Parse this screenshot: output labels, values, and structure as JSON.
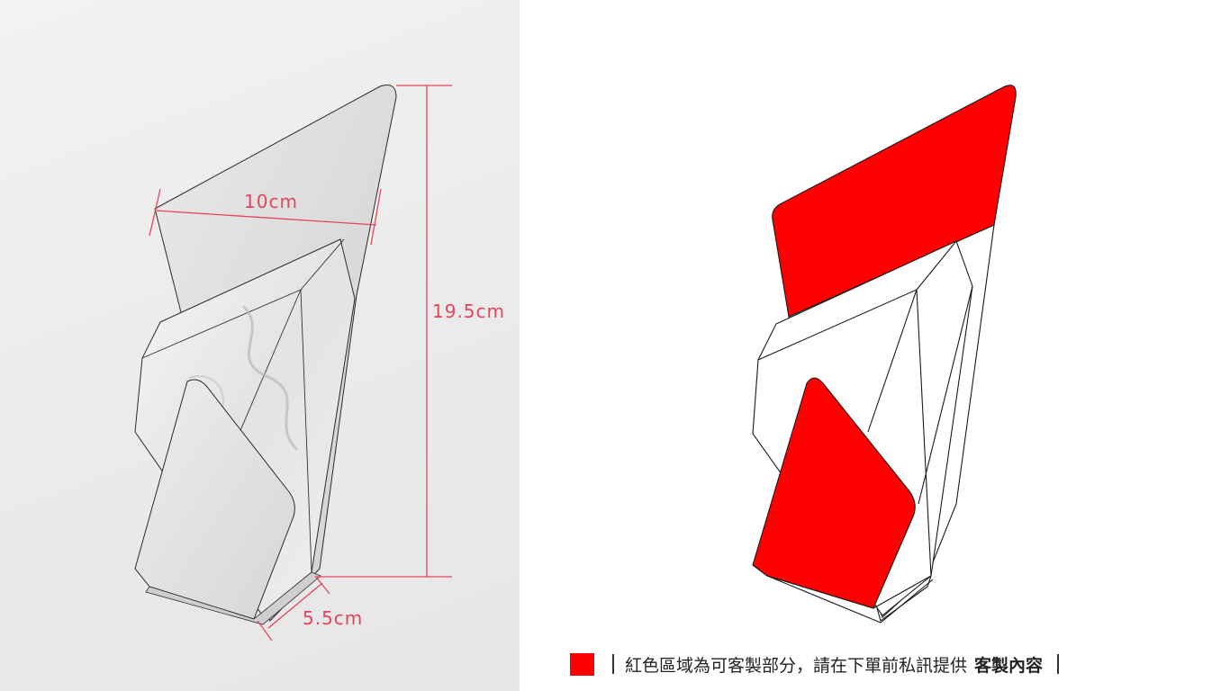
{
  "dimensions": {
    "width": "10cm",
    "height": "19.5cm",
    "depth": "5.5cm"
  },
  "legend": {
    "swatch_color": "#ff0000",
    "text": "紅色區域為可客製部分，請在下單前私訊提供",
    "emphasis": "客製內容"
  },
  "colors": {
    "dimension_line": "#e5445a",
    "custom_area": "#ff0000",
    "outline": "#1a1a1a"
  }
}
